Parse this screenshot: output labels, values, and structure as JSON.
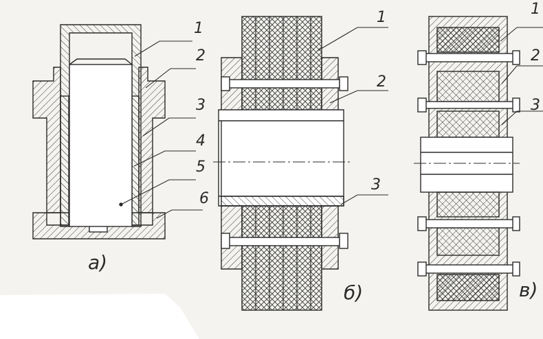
{
  "figures": [
    {
      "id": "a",
      "caption": "а)",
      "callouts": [
        "1",
        "2",
        "3",
        "4",
        "5",
        "6"
      ]
    },
    {
      "id": "b",
      "caption": "б)",
      "callouts": [
        "1",
        "2",
        "3"
      ]
    },
    {
      "id": "v",
      "caption": "в)",
      "callouts": [
        "1",
        "2",
        "3"
      ]
    }
  ],
  "colors": {
    "paper": "#f4f3ef",
    "ink": "#2a2a2a",
    "hatch": "#3a3a3a"
  }
}
